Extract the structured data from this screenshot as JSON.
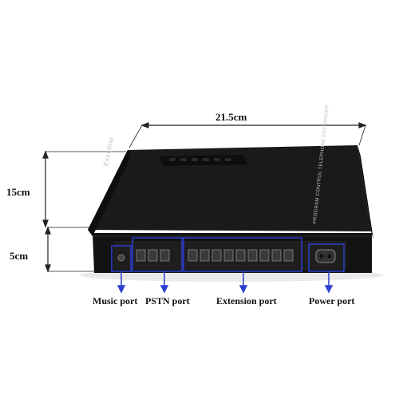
{
  "dimensions": {
    "width": "21.5cm",
    "depth": "15cm",
    "height": "5cm"
  },
  "device": {
    "brand_mark": "Excelltel",
    "side_text": "PROGRAM CONTROL TELEPHONE EXCHANGER"
  },
  "ports": {
    "music": "Music port",
    "pstn": "PSTN port",
    "extension": "Extension port",
    "power": "Power port"
  },
  "colors": {
    "device_body": "#151515",
    "highlight_box": "#2b3fd0",
    "dimension_line": "#222222"
  }
}
